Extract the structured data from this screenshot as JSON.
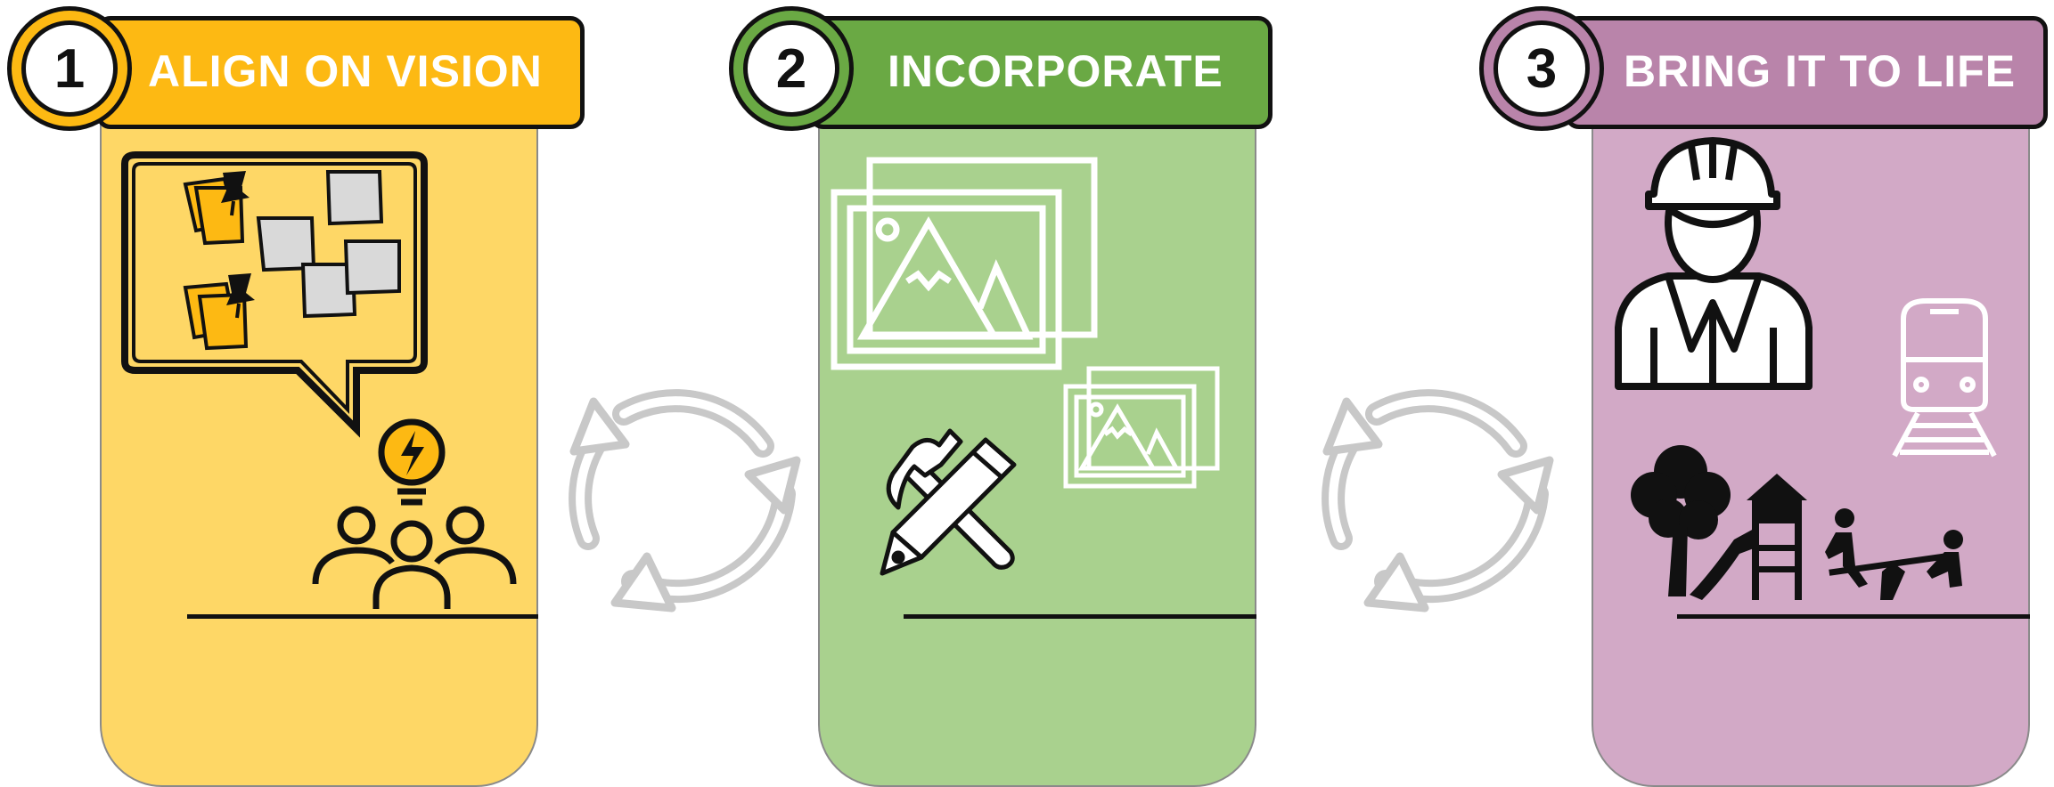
{
  "steps": [
    {
      "number": "1",
      "title": "ALIGN ON VISION",
      "color": "#fdb913",
      "panel_color": "#fed766"
    },
    {
      "number": "2",
      "title": "INCORPORATE",
      "color": "#6aa944",
      "panel_color": "#a9d18e"
    },
    {
      "number": "3",
      "title": "BRING IT TO LIFE",
      "color": "#b984aa",
      "panel_color": "#d2a9c6"
    }
  ],
  "icons": {
    "step1": [
      "speech-bubble-icon",
      "sticky-notes-icon",
      "pushpin-icon",
      "lightbulb-icon",
      "team-icon"
    ],
    "step2": [
      "images-icon",
      "hammer-icon",
      "pencil-icon"
    ],
    "step3": [
      "construction-worker-icon",
      "train-icon",
      "tree-icon",
      "playground-icon"
    ],
    "connectors": [
      "cycle-arrows-icon"
    ]
  },
  "colors": {
    "connector": "#c8c8c8",
    "outline": "#111111"
  }
}
